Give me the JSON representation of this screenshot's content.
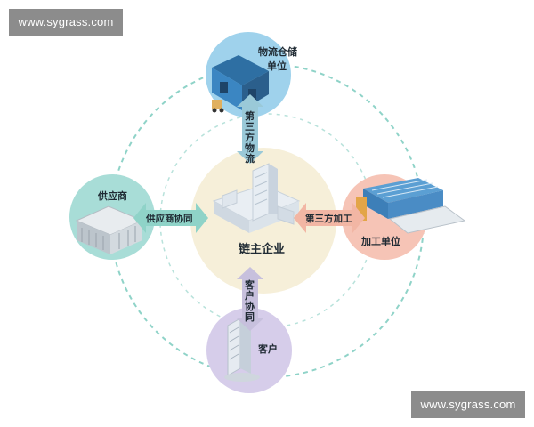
{
  "watermark_top": "www.sygrass.com",
  "watermark_bottom": "www.sygrass.com",
  "nodes": {
    "center": {
      "label": "链主企业",
      "color": "#f6efd9"
    },
    "logistics": {
      "label_line1": "物流仓储",
      "label_line2": "单位",
      "color": "#9fd2ec"
    },
    "supplier": {
      "label": "供应商",
      "color": "#a8ddd7"
    },
    "processing": {
      "label": "加工单位",
      "color": "#f6c4b6"
    },
    "customer": {
      "label": "客户",
      "color": "#d6cdea"
    }
  },
  "links": {
    "top": "第三方物流",
    "left": "供应商协同",
    "right": "第三方加工",
    "bottom": "客户协同"
  },
  "colors": {
    "ring": "#8fd3c8",
    "arrow_top": "#9ac9d8",
    "arrow_left": "#8fd3c8",
    "arrow_right": "#f2b6a4",
    "arrow_bottom": "#c7c0dd"
  }
}
